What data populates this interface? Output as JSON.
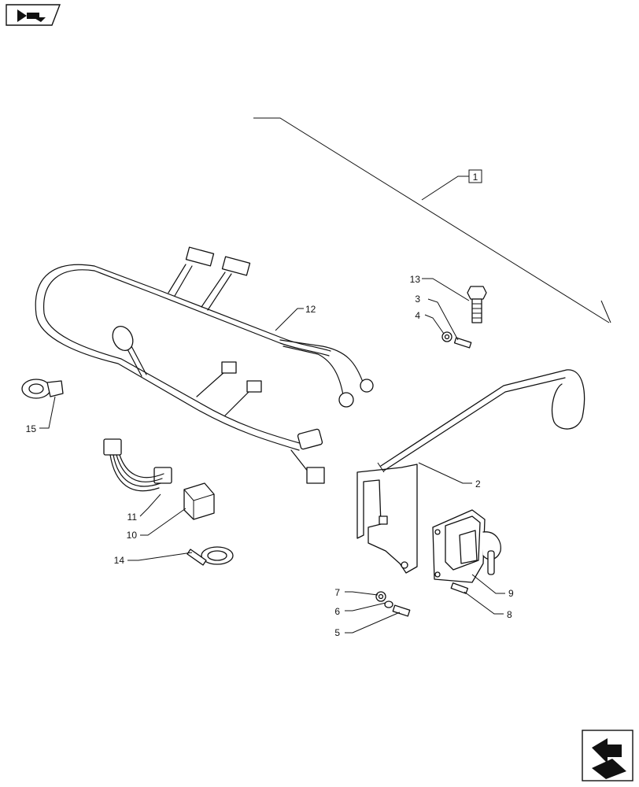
{
  "icons": {
    "top_left": "nav-back-arrow-icon",
    "bottom_right": "nav-next-arrow-icon"
  },
  "callouts": {
    "c1": "1",
    "c2": "2",
    "c3": "3",
    "c4": "4",
    "c5": "5",
    "c6": "6",
    "c7": "7",
    "c8": "8",
    "c9": "9",
    "c10": "10",
    "c11": "11",
    "c12": "12",
    "c13": "13",
    "c14": "14",
    "c15": "15"
  }
}
